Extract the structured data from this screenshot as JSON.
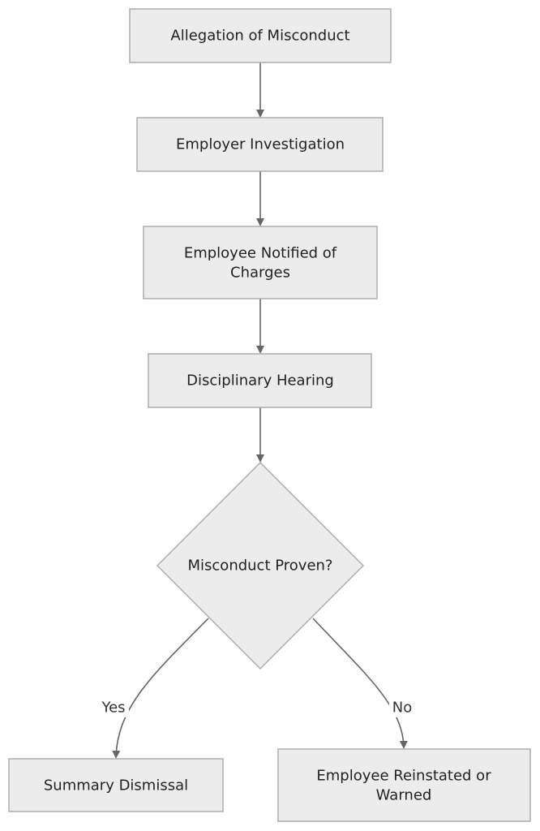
{
  "nodes": {
    "allegation": {
      "label": "Allegation of Misconduct"
    },
    "investigation": {
      "label": "Employer Investigation"
    },
    "notified": {
      "label_line1": "Employee Notified of",
      "label_line2": "Charges"
    },
    "hearing": {
      "label": "Disciplinary Hearing"
    },
    "decision": {
      "label": "Misconduct Proven?"
    },
    "dismissal": {
      "label": "Summary Dismissal"
    },
    "reinstated": {
      "label_line1": "Employee Reinstated or",
      "label_line2": "Warned"
    }
  },
  "edges": {
    "yes_label": "Yes",
    "no_label": "No"
  },
  "colors": {
    "node_fill": "#ececec",
    "node_stroke": "#a9a9a9",
    "edge": "#666666"
  }
}
